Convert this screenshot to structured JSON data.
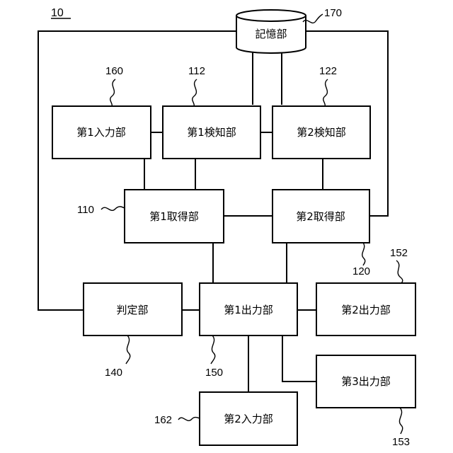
{
  "figure_label": "10",
  "storage": {
    "label": "記憶部",
    "ref": "170"
  },
  "blocks": {
    "input1": {
      "label": "第1入力部",
      "ref": "160"
    },
    "detect1": {
      "label": "第1検知部",
      "ref": "112"
    },
    "detect2": {
      "label": "第2検知部",
      "ref": "122"
    },
    "acquire1": {
      "label": "第1取得部",
      "ref": "110"
    },
    "acquire2": {
      "label": "第2取得部",
      "ref": "120"
    },
    "judge": {
      "label": "判定部",
      "ref": "140"
    },
    "output1": {
      "label": "第1出力部",
      "ref": "150"
    },
    "output2": {
      "label": "第2出力部",
      "ref": "152"
    },
    "output3": {
      "label": "第3出力部",
      "ref": "153"
    },
    "input2": {
      "label": "第2入力部",
      "ref": "162"
    }
  }
}
